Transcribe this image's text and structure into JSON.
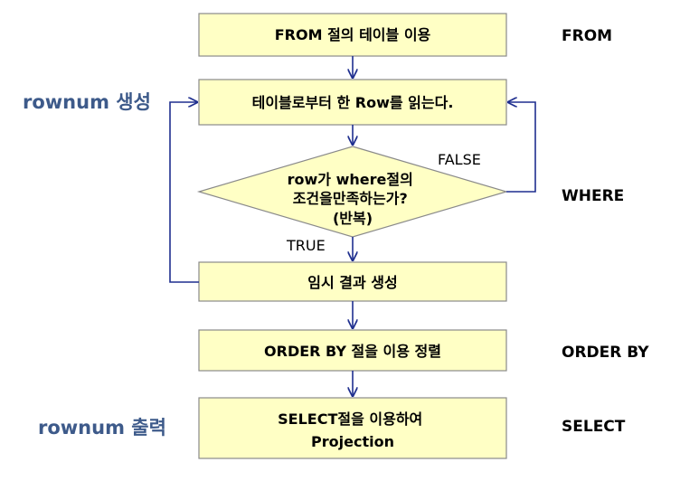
{
  "steps": {
    "from": [
      "FROM 절의 테이블 이용"
    ],
    "read": [
      "테이블로부터 한 Row를 읽는다."
    ],
    "condition": [
      "row가 where절의",
      "조건을만족하는가?",
      "(반복)"
    ],
    "temp": [
      "임시 결과 생성"
    ],
    "order": [
      "ORDER BY 절을 이용 정렬"
    ],
    "select": [
      "SELECT절을 이용하여",
      "Projection"
    ]
  },
  "branches": {
    "false": "FALSE",
    "true": "TRUE"
  },
  "stages": {
    "from": "FROM",
    "where": "WHERE",
    "order": "ORDER BY",
    "select": "SELECT"
  },
  "annotations": {
    "rownum_create": "rownum 생성",
    "rownum_output": "rownum 출력"
  },
  "colors": {
    "box_fill": "#ffffc5",
    "box_stroke": "#8a8a8a",
    "arrow": "#1f2f8f",
    "annotation": "#3d5a8a"
  }
}
